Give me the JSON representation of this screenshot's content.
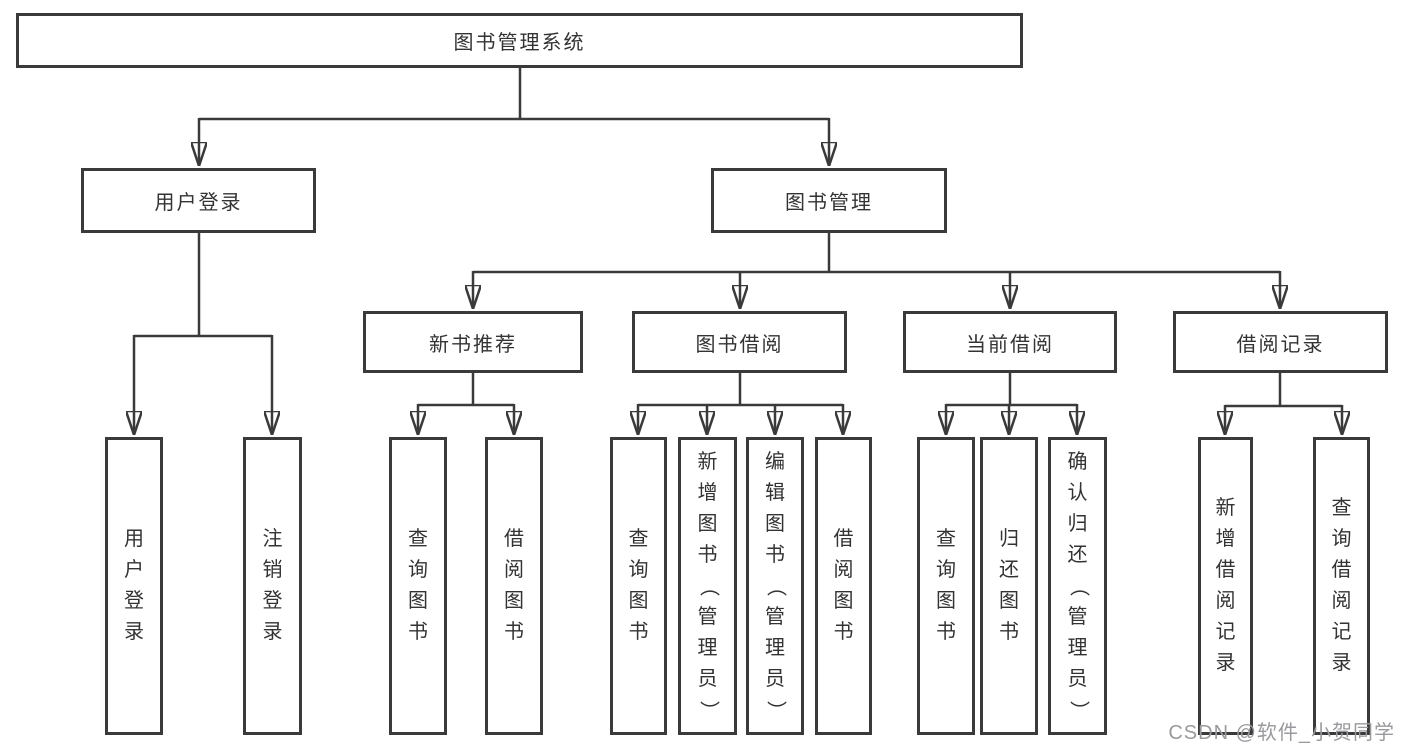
{
  "diagram": {
    "type": "hierarchy",
    "colors": {
      "line": "#3a3a3a",
      "box_border": "#3a3a3a",
      "text": "#333333",
      "background": "#ffffff",
      "watermark_text": "#9a9a9e"
    },
    "tree": {
      "label": "图书管理系统",
      "children": [
        {
          "label": "用户登录",
          "children": [
            {
              "label": "用户登录"
            },
            {
              "label": "注销登录"
            }
          ]
        },
        {
          "label": "图书管理",
          "children": [
            {
              "label": "新书推荐",
              "children": [
                {
                  "label": "查询图书"
                },
                {
                  "label": "借阅图书"
                }
              ]
            },
            {
              "label": "图书借阅",
              "children": [
                {
                  "label": "查询图书"
                },
                {
                  "label": "新增图书（管理员）"
                },
                {
                  "label": "编辑图书（管理员）"
                },
                {
                  "label": "借阅图书"
                }
              ]
            },
            {
              "label": "当前借阅",
              "children": [
                {
                  "label": "查询图书"
                },
                {
                  "label": "归还图书"
                },
                {
                  "label": "确认归还（管理员）"
                }
              ]
            },
            {
              "label": "借阅记录",
              "children": [
                {
                  "label": "新增借阅记录"
                },
                {
                  "label": "查询借阅记录"
                }
              ]
            }
          ]
        }
      ]
    }
  },
  "watermark": {
    "text": "CSDN @软件_小贺同学"
  }
}
